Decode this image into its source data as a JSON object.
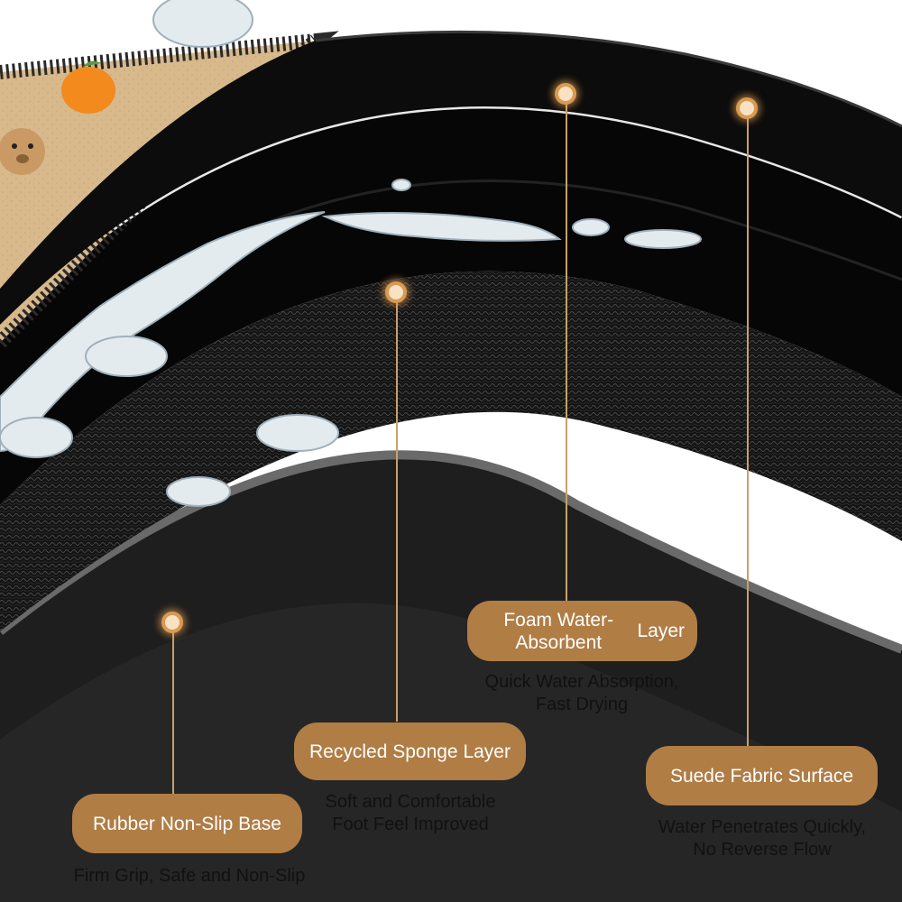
{
  "colors": {
    "accent": "#b07d45",
    "layer_rubber": "#2a2a2a",
    "layer_sponge": "#151515",
    "layer_foam": "#0a0a0a",
    "layer_suede": "#cfb488"
  },
  "layers": [
    {
      "id": "rubber",
      "marker_icon": "glow-dot-icon",
      "title_lines": [
        "Rubber Non-Slip Base"
      ],
      "desc_lines": [
        "Firm Grip, Safe and Non-Slip"
      ]
    },
    {
      "id": "sponge",
      "marker_icon": "glow-dot-icon",
      "title_lines": [
        "Recycled Sponge Layer"
      ],
      "desc_lines": [
        "Soft and Comfortable",
        "Foot Feel Improved"
      ]
    },
    {
      "id": "foam",
      "marker_icon": "glow-dot-icon",
      "title_lines": [
        "Foam Water-Absorbent",
        "Layer"
      ],
      "desc_lines": [
        "Quick Water Absorption,",
        "Fast Drying"
      ]
    },
    {
      "id": "suede",
      "marker_icon": "glow-dot-icon",
      "title_lines": [
        "Suede Fabric Surface"
      ],
      "desc_lines": [
        "Water Penetrates Quickly,",
        "No Reverse Flow"
      ]
    }
  ]
}
